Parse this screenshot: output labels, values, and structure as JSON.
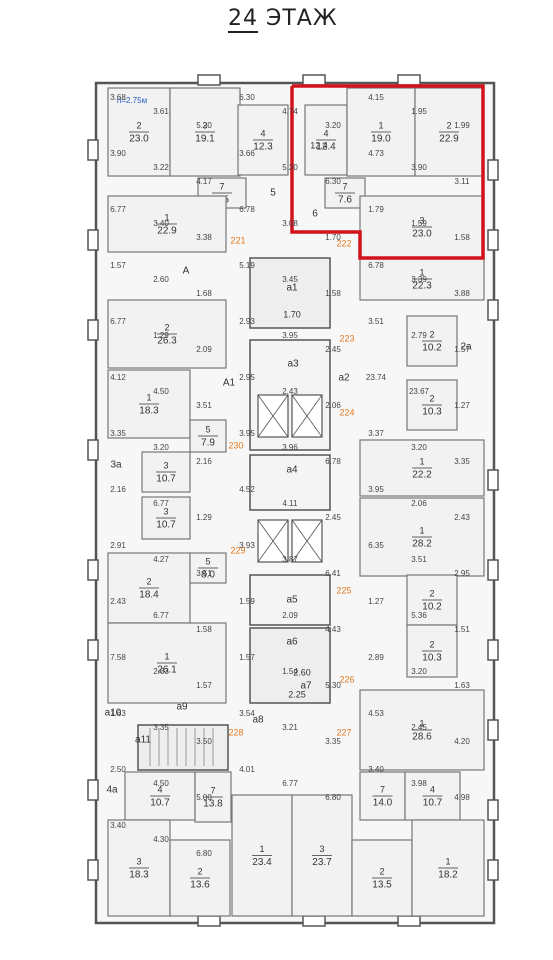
{
  "title": {
    "number": "24",
    "label": "ЭТАЖ"
  },
  "height_note": "h=2.75м",
  "colors": {
    "wall": "#555555",
    "room_fill": "#f2f2f2",
    "line": "#777777",
    "highlight": "#d1131c",
    "label": "#333333",
    "orange": "#e07a22",
    "blue": "#2a5cc4"
  },
  "apartment_numbers": [
    "221",
    "222",
    "223",
    "224",
    "225",
    "226",
    "227",
    "228",
    "229",
    "230"
  ],
  "rooms": [
    {
      "id": "r1",
      "label": "2",
      "area": "23.0"
    },
    {
      "id": "r2",
      "label": "3",
      "area": "19.1"
    },
    {
      "id": "r3",
      "label": "4",
      "area": "12.3"
    },
    {
      "id": "r4",
      "label": "4",
      "area": "12.4"
    },
    {
      "id": "r5",
      "label": "1",
      "area": "19.0"
    },
    {
      "id": "r6",
      "label": "2",
      "area": "22.9"
    },
    {
      "id": "r7",
      "label": "7",
      "area": "7.5"
    },
    {
      "id": "r8",
      "label": "7",
      "area": "7.6"
    },
    {
      "id": "r9",
      "label": "3",
      "area": "23.0"
    },
    {
      "id": "r10",
      "label": "1",
      "area": "22.9"
    },
    {
      "id": "r11",
      "label": "1",
      "area": "22.3"
    },
    {
      "id": "r12",
      "label": "2",
      "area": "26.3"
    },
    {
      "id": "r13",
      "label": "2",
      "area": "10.2"
    },
    {
      "id": "r14",
      "label": "1",
      "area": "18.3"
    },
    {
      "id": "r15",
      "label": "2",
      "area": "10.3"
    },
    {
      "id": "r16",
      "label": "5",
      "area": "7.9"
    },
    {
      "id": "r17",
      "label": "3",
      "area": "10.7"
    },
    {
      "id": "r18",
      "label": "1",
      "area": "22.2"
    },
    {
      "id": "r19",
      "label": "3",
      "area": "10.7"
    },
    {
      "id": "r20",
      "label": "1",
      "area": "28.2"
    },
    {
      "id": "r21",
      "label": "2",
      "area": "18.4"
    },
    {
      "id": "r22",
      "label": "5",
      "area": "8.0"
    },
    {
      "id": "r23",
      "label": "2",
      "area": "10.2"
    },
    {
      "id": "r24",
      "label": "1",
      "area": "26.1"
    },
    {
      "id": "r25",
      "label": "2",
      "area": "10.3"
    },
    {
      "id": "r26",
      "label": "1",
      "area": "28.6"
    },
    {
      "id": "r27",
      "label": "4",
      "area": "10.7"
    },
    {
      "id": "r28",
      "label": "7",
      "area": "13.8"
    },
    {
      "id": "r29",
      "label": "7",
      "area": "14.0"
    },
    {
      "id": "r30",
      "label": "4",
      "area": "10.7"
    },
    {
      "id": "r31",
      "label": "3",
      "area": "18.3"
    },
    {
      "id": "r32",
      "label": "2",
      "area": "13.6"
    },
    {
      "id": "r33",
      "label": "1",
      "area": "23.4"
    },
    {
      "id": "r34",
      "label": "3",
      "area": "23.7"
    },
    {
      "id": "r35",
      "label": "2",
      "area": "13.5"
    },
    {
      "id": "r36",
      "label": "1",
      "area": "18.2"
    }
  ],
  "zone_labels": [
    "a1",
    "a2",
    "a3",
    "a4",
    "a5",
    "a6",
    "a7",
    "a8",
    "a9",
    "a10",
    "a11",
    "A",
    "A1",
    "4a",
    "3a",
    "2a",
    "5",
    "6"
  ],
  "area_labels": [
    "1.70",
    "12.4",
    "2.60",
    "2.25"
  ],
  "dimensions": [
    "3.68",
    "3.61",
    "5.20",
    "6.30",
    "4.74",
    "3.20",
    "4.15",
    "1.95",
    "1.99",
    "3.90",
    "3.22",
    "4.17",
    "3.66",
    "5.20",
    "6.30",
    "4.73",
    "3.90",
    "3.11",
    "6.77",
    "3.40",
    "3.38",
    "6.78",
    "3.08",
    "1.70",
    "1.79",
    "1.59",
    "1.58",
    "1.57",
    "2.60",
    "1.68",
    "5.19",
    "3.45",
    "1.58",
    "6.78",
    "3.39",
    "3.88",
    "6.77",
    "1.29",
    "2.09",
    "2.93",
    "3.95",
    "2.45",
    "3.51",
    "2.79",
    "1.57",
    "4.12",
    "4.50",
    "3.51",
    "2.95",
    "2.43",
    "2.06",
    "23.74",
    "23.67",
    "1.27",
    "3.35",
    "3.20",
    "2.16",
    "3.95",
    "3.96",
    "6.78",
    "3.37",
    "3.20",
    "3.35",
    "2.16",
    "6.77",
    "1.29",
    "4.52",
    "4.11",
    "2.45",
    "3.95",
    "2.06",
    "2.43",
    "2.91",
    "4.27",
    "3.51",
    "3.93",
    "3.87",
    "6.41",
    "6.35",
    "3.51",
    "2.95",
    "2.43",
    "6.77",
    "1.58",
    "1.59",
    "2.09",
    "4.43",
    "1.27",
    "5.36",
    "1.51",
    "7.58",
    "2.63",
    "1.57",
    "1.57",
    "1.54",
    "5.30",
    "2.89",
    "3.20",
    "1.63",
    "1.63",
    "3.35",
    "3.50",
    "3.54",
    "3.21",
    "3.35",
    "4.53",
    "2.45",
    "4.20",
    "2.50",
    "4.50",
    "5.00",
    "4.01",
    "6.77",
    "6.80",
    "3.40",
    "3.98",
    "4.98",
    "3.40",
    "4.30",
    "6.80"
  ]
}
